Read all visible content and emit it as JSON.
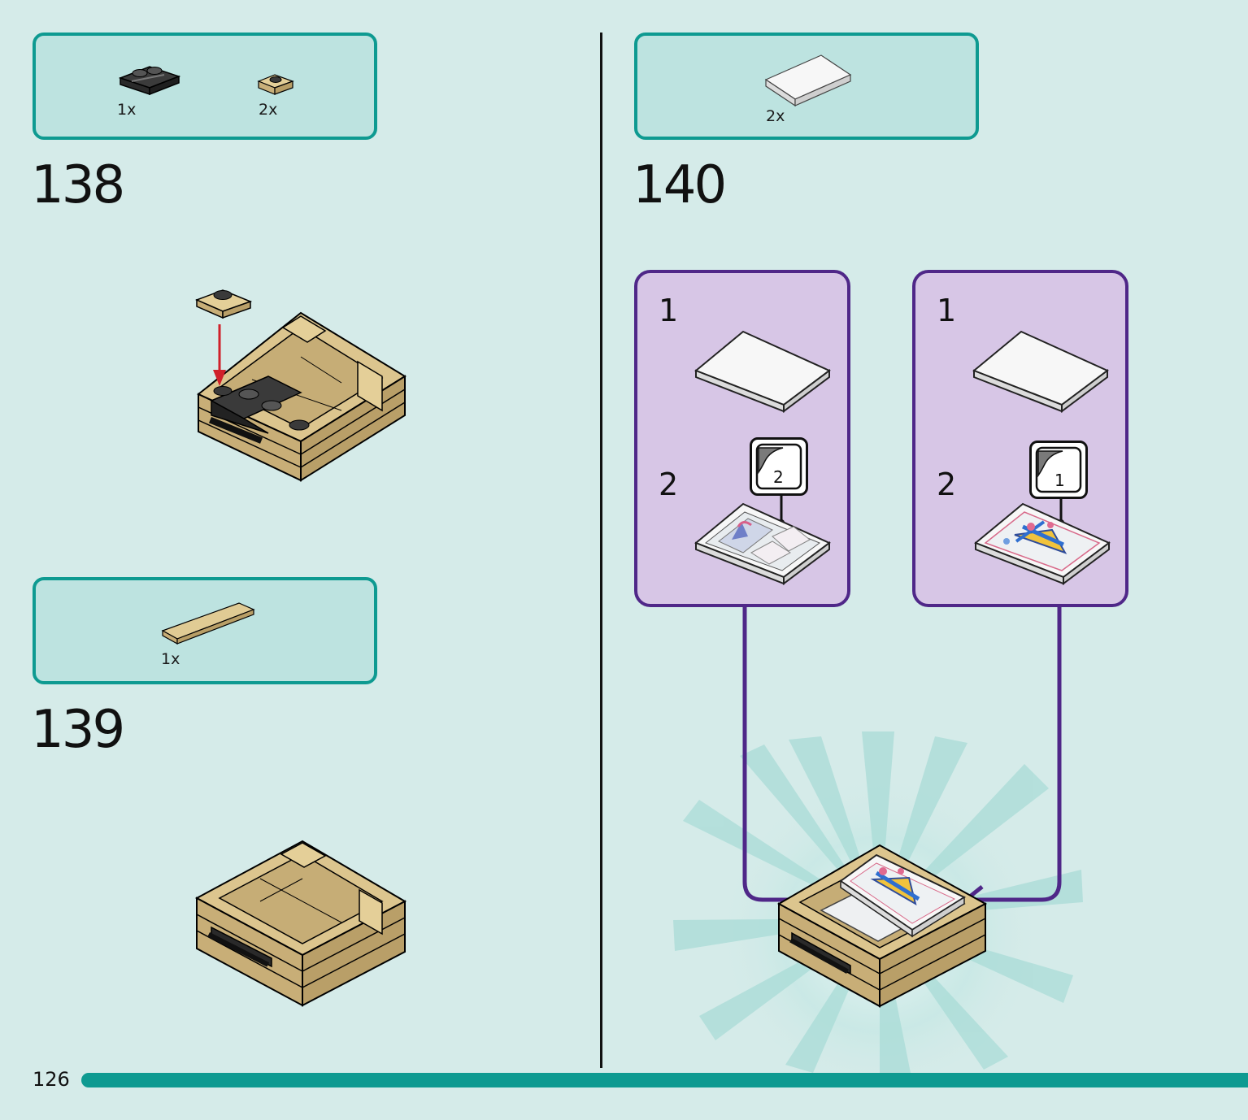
{
  "steps": [
    {
      "number": "138",
      "parts": [
        {
          "quantity": "1x",
          "icon": "dark-grey-plate-with-rail-icon"
        },
        {
          "quantity": "2x",
          "icon": "tan-1x1-plate-icon"
        }
      ]
    },
    {
      "number": "139",
      "parts": [
        {
          "quantity": "1x",
          "icon": "tan-1x4-tile-icon"
        }
      ]
    },
    {
      "number": "140",
      "parts": [
        {
          "quantity": "2x",
          "icon": "white-2x3-tile-icon"
        }
      ],
      "sub_assemblies": [
        {
          "substeps": [
            {
              "number": "1",
              "icon": "white-tile-icon"
            },
            {
              "number": "2",
              "icon": "stickered-tile-icon"
            }
          ],
          "sticker_number": "2"
        },
        {
          "substeps": [
            {
              "number": "1",
              "icon": "white-tile-icon"
            },
            {
              "number": "2",
              "icon": "stickered-tile-icon"
            }
          ],
          "sticker_number": "1"
        }
      ]
    }
  ],
  "page_number": "126",
  "colors": {
    "background": "#d5ebe9",
    "parts_box_fill": "#bde3e0",
    "parts_box_border": "#0e9a91",
    "subassembly_fill": "#d7c6e6",
    "subassembly_border": "#4f2788",
    "tan": "#d9c38c",
    "arrow_red": "#d0202a"
  }
}
